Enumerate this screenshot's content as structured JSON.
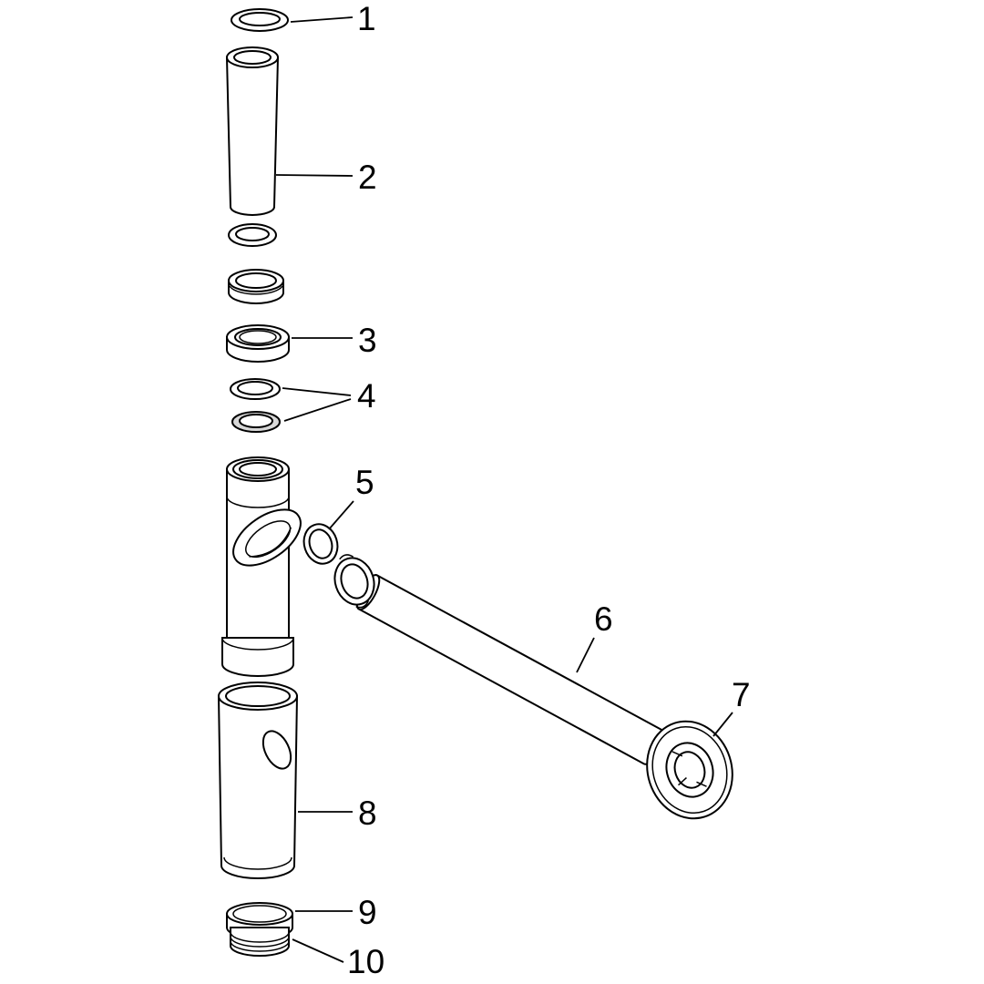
{
  "figure": {
    "type": "exploded-parts-diagram",
    "colors": {
      "background": "#ffffff",
      "stroke": "#000000",
      "gasket_fill": "#d8d8d8"
    },
    "labels": [
      {
        "id": "1",
        "part": "o-ring-seal-top"
      },
      {
        "id": "2",
        "part": "extension-pipe"
      },
      {
        "id": "3",
        "part": "union-nut"
      },
      {
        "id": "4",
        "part": "seal-washer-set"
      },
      {
        "id": "5",
        "part": "o-ring-small"
      },
      {
        "id": "6",
        "part": "outlet-pipe"
      },
      {
        "id": "7",
        "part": "wall-flange"
      },
      {
        "id": "8",
        "part": "trap-cup-body"
      },
      {
        "id": "9",
        "part": "bottom-cap"
      },
      {
        "id": "10",
        "part": "threaded-section"
      }
    ]
  }
}
